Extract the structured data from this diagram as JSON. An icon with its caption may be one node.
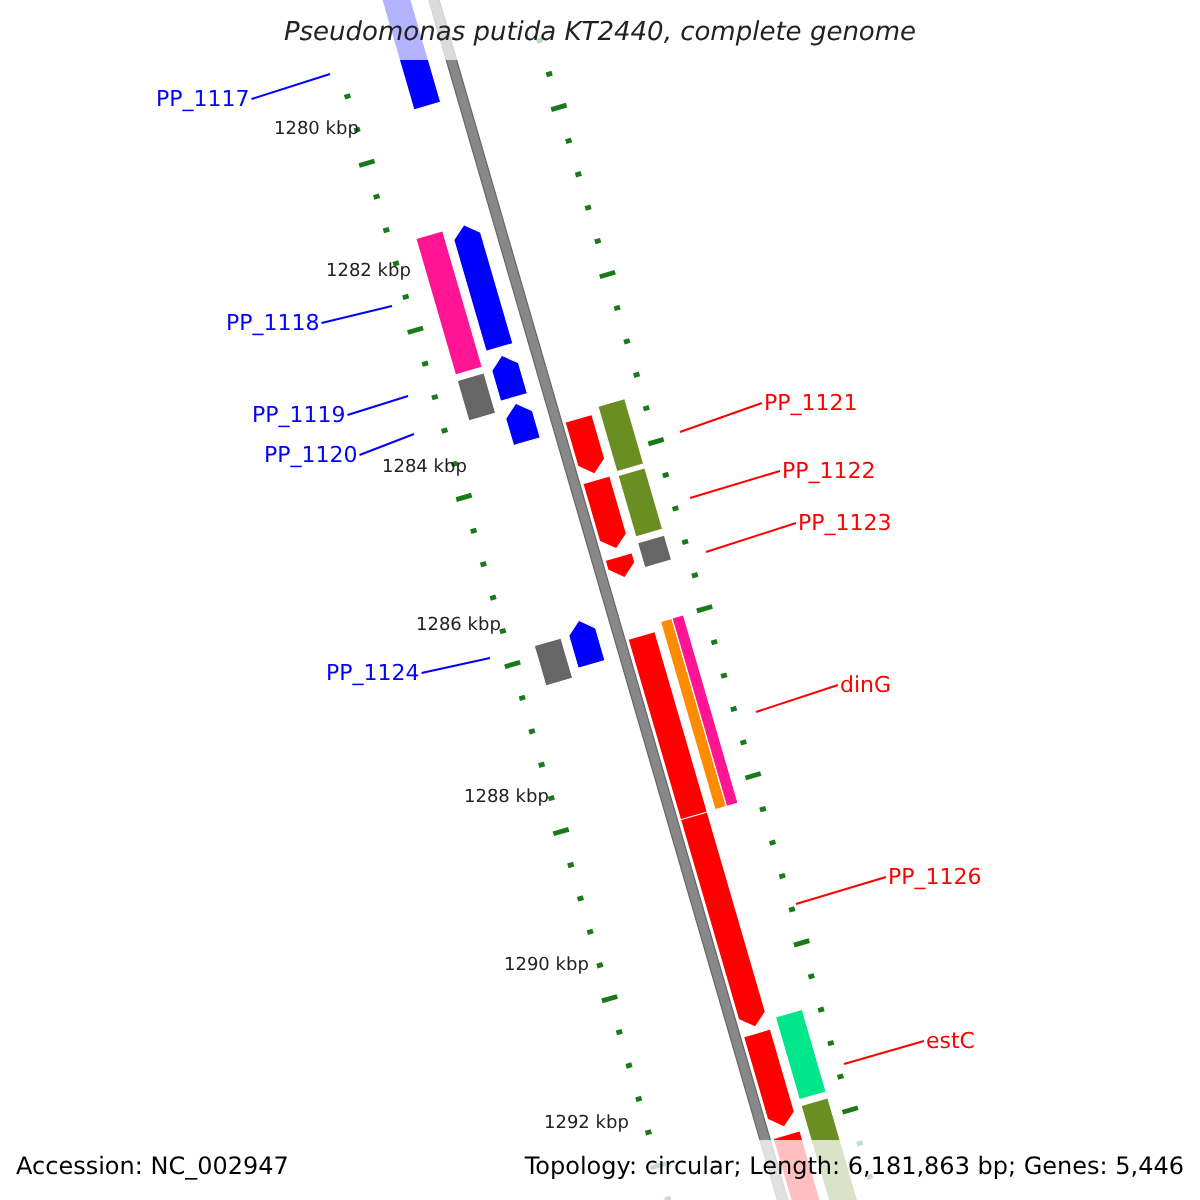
{
  "diagram": {
    "title": "Pseudomonas putida KT2440, complete genome",
    "nodes": [
      {
        "text": [
          "PP_1117"
        ]
      },
      {
        "text": [
          "PP_1118"
        ]
      },
      {
        "text": [
          "PP_1119"
        ]
      },
      {
        "text": [
          "PP_1120"
        ]
      },
      {
        "text": [
          "PP_1124"
        ]
      },
      {
        "text": [
          "PP_1121"
        ]
      },
      {
        "text": [
          "PP_1122"
        ]
      },
      {
        "text": [
          "PP_1123"
        ]
      },
      {
        "text": [
          "dinG"
        ]
      },
      {
        "text": [
          "PP_1126"
        ]
      },
      {
        "text": [
          "estC"
        ]
      }
    ],
    "edges": [
      {
        "from": 0,
        "to": null,
        "arrow": "none",
        "color": "#0000ff"
      },
      {
        "from": 1,
        "to": null,
        "arrow": "none",
        "color": "#0000ff"
      },
      {
        "from": 2,
        "to": null,
        "arrow": "none",
        "color": "#0000ff"
      },
      {
        "from": 3,
        "to": null,
        "arrow": "none",
        "color": "#0000ff"
      },
      {
        "from": 4,
        "to": null,
        "arrow": "none",
        "color": "#0000ff"
      },
      {
        "from": 5,
        "to": null,
        "arrow": "none"
      },
      {
        "from": 6,
        "to": null,
        "arrow": "none"
      },
      {
        "from": 7,
        "to": null,
        "arrow": "none"
      },
      {
        "from": 8,
        "to": null,
        "arrow": "none"
      },
      {
        "from": 9,
        "to": null,
        "arrow": "none"
      },
      {
        "from": 10,
        "to": null,
        "arrow": "none"
      }
    ],
    "labels": [
      "1280 kbp",
      "1282 kbp",
      "1284 kbp",
      "1286 kbp",
      "1288 kbp",
      "1290 kbp",
      "1292 kbp",
      "Accession: NC_002947",
      "Topology: circular; Length: 6,181,863 bp; Genes: 5,446"
    ]
  }
}
